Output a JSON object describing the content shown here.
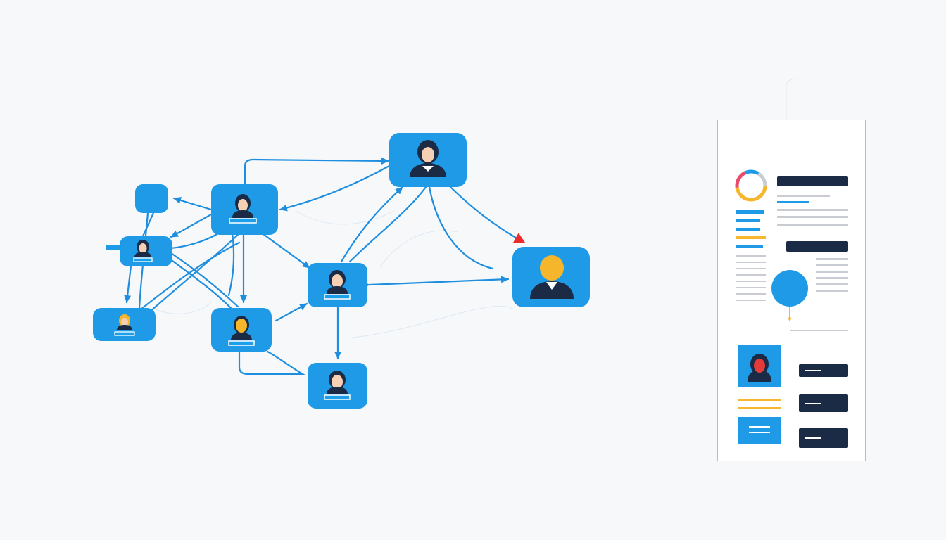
{
  "colors": {
    "background": "#f7f8fa",
    "node_blue": "#1e9ae6",
    "edge_blue": "#1e8fe0",
    "highlight_arrow_red": "#ee2b2b",
    "avatar_dark": "#1b2a45",
    "avatar_skin": "#f5d0b5",
    "avatar_gold": "#f5b62b",
    "avatar_red": "#e53a3a",
    "panel_border": "#8fc9ef",
    "panel_dark": "#1b2a45",
    "panel_gray": "#c9ccd2",
    "panel_yellow": "#f7b731",
    "donut_segments": [
      "#f5b62b",
      "#e94b6a",
      "#1e9ae6",
      "#c9ccd2"
    ]
  },
  "icons": {
    "person": "person-icon",
    "donut": "donut-chart-icon",
    "circle": "blue-circle-icon",
    "profile": "profile-photo-icon"
  },
  "diagram": {
    "nodes": [
      {
        "id": "n-top",
        "avatar": "dark-hair",
        "has_namebar": false
      },
      {
        "id": "n-left-top",
        "avatar": "dark-hair",
        "has_namebar": true
      },
      {
        "id": "n-small",
        "avatar": "none",
        "has_namebar": false
      },
      {
        "id": "n-left-mid",
        "avatar": "dark-hair",
        "has_namebar": true
      },
      {
        "id": "n-left-bottom",
        "avatar": "gold-hair",
        "has_namebar": true
      },
      {
        "id": "n-center-left",
        "avatar": "gold-hair",
        "has_namebar": true
      },
      {
        "id": "n-center",
        "avatar": "dark-hair",
        "has_namebar": true
      },
      {
        "id": "n-bottom",
        "avatar": "dark-hair",
        "has_namebar": true
      },
      {
        "id": "n-target",
        "avatar": "gold-suit",
        "has_namebar": false
      }
    ],
    "highlighted_edge": {
      "from": "n-top",
      "to": "n-target",
      "color": "red"
    }
  }
}
